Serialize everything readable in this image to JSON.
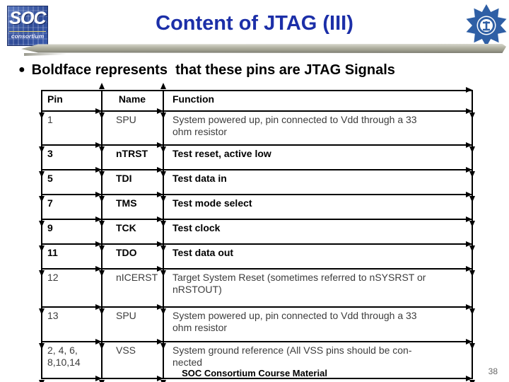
{
  "slide": {
    "title": "Content of JTAG (III)",
    "bullet": "Boldface represents  that these pins are JTAG Signals",
    "footer": "SOC Consortium Course Material",
    "page_number": "38",
    "logo_left": {
      "line1": "SOC",
      "line2": "consortium"
    },
    "colors": {
      "title_blue": "#1c2fa8",
      "table_border": "#000000",
      "regular_row_text": "#3d3d3d",
      "divider_bar": "#a5a597",
      "emblem_blue": "#2f5fa5"
    }
  },
  "table": {
    "headers": [
      "Pin",
      "Name",
      "Function"
    ],
    "rows": [
      {
        "pin": "1",
        "name": "SPU",
        "function": "System powered up, pin connected to Vdd through a 33\nohm resistor",
        "jtag_signal": false
      },
      {
        "pin": "3",
        "name": "nTRST",
        "function": "Test reset, active low",
        "jtag_signal": true
      },
      {
        "pin": "5",
        "name": "TDI",
        "function": "Test data in",
        "jtag_signal": true
      },
      {
        "pin": "7",
        "name": "TMS",
        "function": "Test mode select",
        "jtag_signal": true
      },
      {
        "pin": "9",
        "name": "TCK",
        "function": "Test clock",
        "jtag_signal": true
      },
      {
        "pin": "11",
        "name": "TDO",
        "function": "Test data out",
        "jtag_signal": true
      },
      {
        "pin": "12",
        "name": "nICERST",
        "function": "Target System Reset (sometimes referred to nSYSRST or\nnRSTOUT)",
        "jtag_signal": false
      },
      {
        "pin": "13",
        "name": "SPU",
        "function": "System powered up, pin connected to Vdd through a 33\nohm resistor",
        "jtag_signal": false
      },
      {
        "pin": "2, 4, 6,\n8,10,14",
        "name": "VSS",
        "function": "System ground reference (All VSS pins should be con-\nnected",
        "jtag_signal": false
      }
    ]
  }
}
